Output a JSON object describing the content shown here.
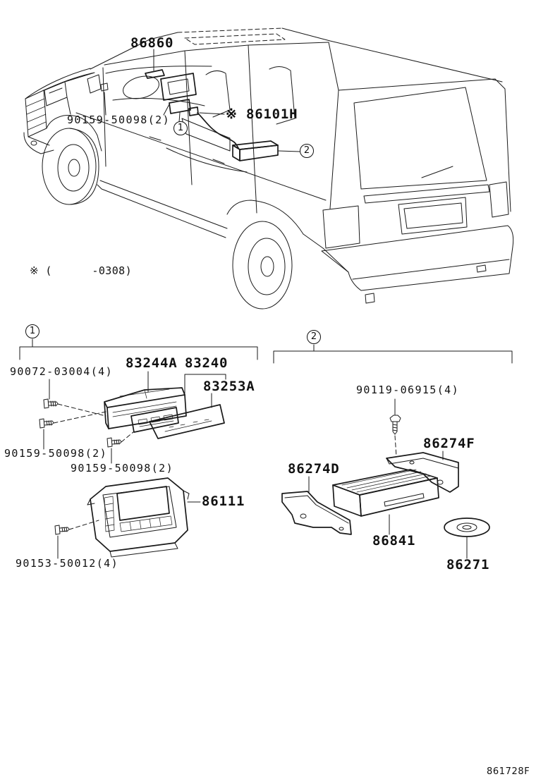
{
  "overview": {
    "label_86860": "86860",
    "label_90159_50098": "90159-50098(2)",
    "label_86101H": "※ 86101H",
    "ref_1": "1",
    "ref_2": "2",
    "note": "※ (      -0308)"
  },
  "group_1": {
    "ref": "1",
    "label_90072_03004": "90072-03004(4)",
    "label_83244A": "83244A",
    "label_83240": "83240",
    "label_83253A": "83253A",
    "label_90159_50098_a": "90159-50098(2)",
    "label_90159_50098_b": "90159-50098(2)",
    "label_86111": "86111",
    "label_90153_50012": "90153-50012(4)"
  },
  "group_2": {
    "ref": "2",
    "label_90119_06915": "90119-06915(4)",
    "label_86274F": "86274F",
    "label_86274D": "86274D",
    "label_86841": "86841",
    "label_86271": "86271"
  },
  "diagram_code": "861728F"
}
